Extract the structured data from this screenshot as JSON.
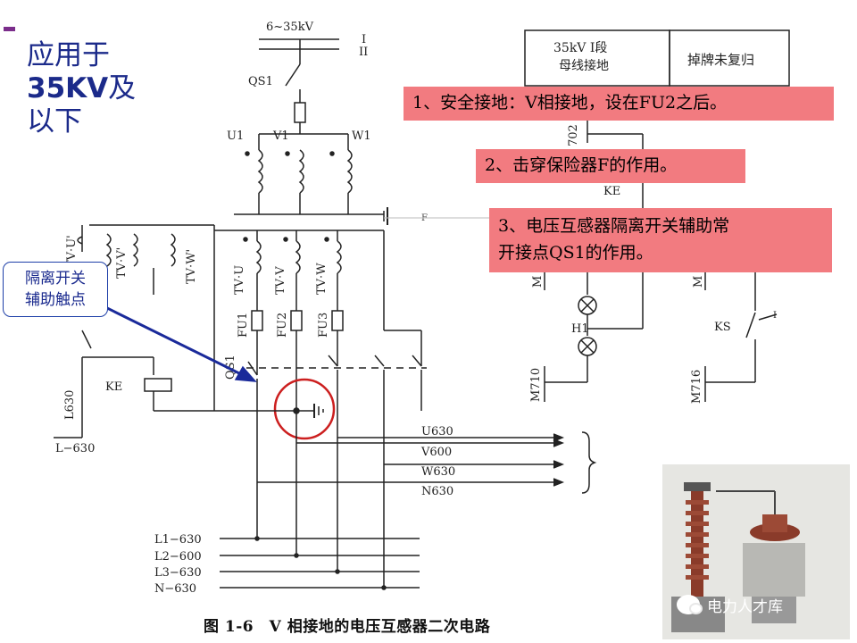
{
  "side_title": {
    "line1": "应用于",
    "line2": "35KV",
    "line2b": "及",
    "line3": "以下"
  },
  "callouts": [
    "1、安全接地：V相接地，设在FU2之后。",
    "2、击穿保险器F的作用。",
    "3、电压互感器隔离开关辅助常",
    "开接点QS1的作用。"
  ],
  "isolator_label": {
    "line1": "隔离开关",
    "line2": "辅助触点"
  },
  "circuit": {
    "bus_voltage": "6~35kV",
    "bus_I": "I",
    "bus_II": "II",
    "qs1": "QS1",
    "u1": "U1",
    "v1": "V1",
    "w1": "W1",
    "tv_u": "TV·U",
    "tv_v": "TV·V",
    "tv_w": "TV·W",
    "tv_u2": "TV·U'",
    "tv_v2": "TV·V'",
    "tv_w2": "TV·W'",
    "fu1": "FU1",
    "fu2": "FU2",
    "fu3": "FU3",
    "f_label": "F",
    "ke": "KE",
    "l630": "L630",
    "l_630": "L−630",
    "u630": "U630",
    "v600": "V600",
    "w630": "W630",
    "n630": "N630",
    "l1": "L1−630",
    "l2": "L2−600",
    "l3": "L3−630",
    "n": "N−630",
    "box_left": "35kV Ⅰ段\n母线接地",
    "box_left1": "35kV Ⅰ段",
    "box_left2": "母线接地",
    "box_right": "掉牌未复归",
    "n702": "702",
    "ke_r": "KE",
    "h1": "H1",
    "m710": "M710",
    "m716": "M716",
    "ks": "KS",
    "m_a": "M",
    "m_b": "M",
    "small_i": "I"
  },
  "caption": "图 1-6　V 相接地的电压互感器二次电路",
  "watermark": "电力人才库"
}
